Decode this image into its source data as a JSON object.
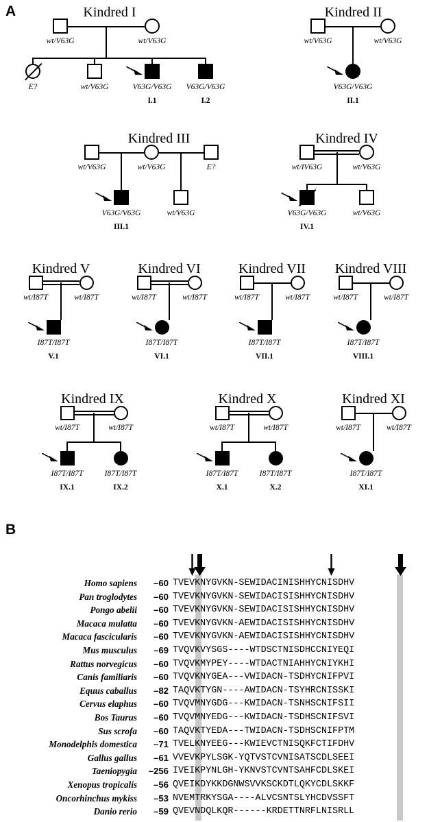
{
  "figure": {
    "panel_a_letter": "A",
    "panel_b_letter": "B"
  },
  "pedigrees": [
    {
      "id": "kindred-1",
      "title": "Kindred I",
      "consanguineous": false,
      "father_genotype": "wt/V63G",
      "mother_genotype": "wt/V63G",
      "children": [
        {
          "symbol": "circle",
          "filled": false,
          "deceased": true,
          "genotype": "E?",
          "label": "",
          "proband": false
        },
        {
          "symbol": "square",
          "filled": false,
          "deceased": false,
          "genotype": "wt/V63G",
          "label": "",
          "proband": false
        },
        {
          "symbol": "square",
          "filled": true,
          "deceased": false,
          "genotype": "V63G/V63G",
          "label": "I.1",
          "proband": true
        },
        {
          "symbol": "square",
          "filled": true,
          "deceased": false,
          "genotype": "V63G/V63G",
          "label": "I.2",
          "proband": false
        }
      ]
    },
    {
      "id": "kindred-2",
      "title": "Kindred II",
      "consanguineous": false,
      "father_genotype": "wt/V63G",
      "mother_genotype": "wt/V63G",
      "children": [
        {
          "symbol": "circle",
          "filled": true,
          "deceased": false,
          "genotype": "V63G/V63G",
          "label": "II.1",
          "proband": true
        }
      ]
    },
    {
      "id": "kindred-3",
      "title": "Kindred III",
      "consanguineous": false,
      "father_genotype": "wt/V63G",
      "mother_genotype": "wt/V63G",
      "second_partner_genotype": "E?",
      "children": [
        {
          "symbol": "square",
          "filled": true,
          "deceased": false,
          "genotype": "V63G/V63G",
          "label": "III.1",
          "proband": true
        },
        {
          "symbol": "square",
          "filled": false,
          "deceased": false,
          "genotype": "wt/V63G",
          "label": "",
          "proband": false
        }
      ]
    },
    {
      "id": "kindred-4",
      "title": "Kindred IV",
      "consanguineous": true,
      "father_genotype": "wt/IV63G",
      "mother_genotype": "wt/V63G",
      "children": [
        {
          "symbol": "square",
          "filled": true,
          "deceased": true,
          "genotype": "V63G/V63G",
          "label": "IV.1",
          "proband": true
        },
        {
          "symbol": "square",
          "filled": false,
          "deceased": false,
          "genotype": "wt/V63G",
          "label": "",
          "proband": false
        }
      ]
    },
    {
      "id": "kindred-5",
      "title": "Kindred V",
      "consanguineous": true,
      "father_genotype": "wt/I87T",
      "mother_genotype": "wt/I87T",
      "children": [
        {
          "symbol": "square",
          "filled": true,
          "deceased": false,
          "genotype": "I87T/I87T",
          "label": "V.1",
          "proband": true
        }
      ]
    },
    {
      "id": "kindred-6",
      "title": "Kindred VI",
      "consanguineous": true,
      "father_genotype": "wt/I87T",
      "mother_genotype": "wt/I87T",
      "children": [
        {
          "symbol": "circle",
          "filled": true,
          "deceased": false,
          "genotype": "I87T/I87T",
          "label": "VI.1",
          "proband": true
        }
      ]
    },
    {
      "id": "kindred-7",
      "title": "Kindred VII",
      "consanguineous": false,
      "father_genotype": "wt/I87T",
      "mother_genotype": "wt/I87T",
      "children": [
        {
          "symbol": "square",
          "filled": true,
          "deceased": false,
          "genotype": "I87T/I87T",
          "label": "VII.1",
          "proband": true
        }
      ]
    },
    {
      "id": "kindred-8",
      "title": "Kindred VIII",
      "consanguineous": false,
      "father_genotype": "wt/I87T",
      "mother_genotype": "wt/I87T",
      "children": [
        {
          "symbol": "circle",
          "filled": true,
          "deceased": false,
          "genotype": "I87T/I87T",
          "label": "VIII.1",
          "proband": true
        }
      ]
    },
    {
      "id": "kindred-9",
      "title": "Kindred IX",
      "consanguineous": true,
      "father_genotype": "wt/I87T",
      "mother_genotype": "wt/I87T",
      "children": [
        {
          "symbol": "square",
          "filled": true,
          "deceased": false,
          "genotype": "I87T/I87T",
          "label": "IX.1",
          "proband": true
        },
        {
          "symbol": "circle",
          "filled": true,
          "deceased": false,
          "genotype": "I87T/I87T",
          "label": "IX.2",
          "proband": false
        }
      ]
    },
    {
      "id": "kindred-10",
      "title": "Kindred X",
      "consanguineous": true,
      "father_genotype": "wt/I87T",
      "mother_genotype": "wt/I87T",
      "children": [
        {
          "symbol": "square",
          "filled": true,
          "deceased": false,
          "genotype": "I87T/I87T",
          "label": "X.1",
          "proband": true
        },
        {
          "symbol": "circle",
          "filled": true,
          "deceased": false,
          "genotype": "I87T/I87T",
          "label": "X.2",
          "proband": false
        }
      ]
    },
    {
      "id": "kindred-11",
      "title": "Kindred XI",
      "consanguineous": false,
      "father_genotype": "wt/I87T",
      "mother_genotype": "wt/I87T",
      "children": [
        {
          "symbol": "circle",
          "filled": true,
          "deceased": false,
          "genotype": "I87T/I87T",
          "label": "XI.1",
          "proband": true
        }
      ]
    }
  ],
  "alignment": {
    "highlight_color": "#c9c9c9",
    "highlight_columns": [
      3,
      29
    ],
    "arrows": [
      {
        "column": 2,
        "weight": "thin"
      },
      {
        "column": 3,
        "weight": "thick"
      },
      {
        "column": 20,
        "weight": "thin"
      },
      {
        "column": 29,
        "weight": "thick"
      }
    ],
    "rows": [
      {
        "species": "Homo sapiens",
        "position": "–60",
        "sequence": "TVEVKNYGVKN-SEWIDACINISHHYCNISDHV"
      },
      {
        "species": "Pan troglodytes",
        "position": "–60",
        "sequence": "TVEVKNYGVKN-SEWIDACISISHHYCNISDHV"
      },
      {
        "species": "Pongo abelii",
        "position": "–60",
        "sequence": "TVEVKNYGVKN-SEWIDACISISHHYCNISDHV"
      },
      {
        "species": "Macaca mulatta",
        "position": "–60",
        "sequence": "TVEVKNYGVKN-AEWIDACISISHHYCNISDHV"
      },
      {
        "species": "Macaca fascicularis",
        "position": "–60",
        "sequence": "TVEVKNYGVKN-AEWIDACISISHHYCNISDHV"
      },
      {
        "species": "Mus musculus",
        "position": "–69",
        "sequence": "TVQVKVYSGS----WTDSCTNISDHCCNIYEQI"
      },
      {
        "species": "Rattus norvegicus",
        "position": "–60",
        "sequence": "TVQVKMYPEY----WTDACTNIAHHYCNIYKHI"
      },
      {
        "species": "Canis familiaris",
        "position": "–60",
        "sequence": "TVQVKNYGEA---VWIDACN-TSDHYCNIFPVI"
      },
      {
        "species": "Equus caballus",
        "position": "–82",
        "sequence": "TAQVKTYGN----AWIDACN-TSYHRCNISSKI"
      },
      {
        "species": "Cervus elaphus",
        "position": "–60",
        "sequence": "TVQVMNYGDG---KWIDACN-TSNHSCNIFSII"
      },
      {
        "species": "Bos Taurus",
        "position": "–60",
        "sequence": "TVQVMNYEDG---KWIDACN-TSDHSCNIFSVI"
      },
      {
        "species": "Sus scrofa",
        "position": "–60",
        "sequence": "TAQVKTYEDA---TWIDACN-TSDHSCNIFPTM"
      },
      {
        "species": "Monodelphis domestica",
        "position": "–71",
        "sequence": "TVELKNYEEG---KWIEVCTNISQKFCTIFDHV"
      },
      {
        "species": "Gallus gallus",
        "position": "–61",
        "sequence": "VVEVKPYLSGK-YQTVSTCVNISATSCDLSEEI"
      },
      {
        "species": "Taeniopygia",
        "position": "–256",
        "sequence": "IVEIKPYNLGH-YKNVSTCVNTSAHFCDLSKEI"
      },
      {
        "species": "Xenopus tropicalis",
        "position": "–56",
        "sequence": "QVEIKDYKKDGNWSVVKSCKDTLQKYCDLSKKF"
      },
      {
        "species": "Oncorhinchus mykiss",
        "position": "–53",
        "sequence": "NVEMTRKYSGA----ALVCSNTSLYHCDVSSFT"
      },
      {
        "species": "Danio rerio",
        "position": "–59",
        "sequence": "QVEVNDQLKQR------KRDETTNRFLNISRLL"
      }
    ]
  }
}
